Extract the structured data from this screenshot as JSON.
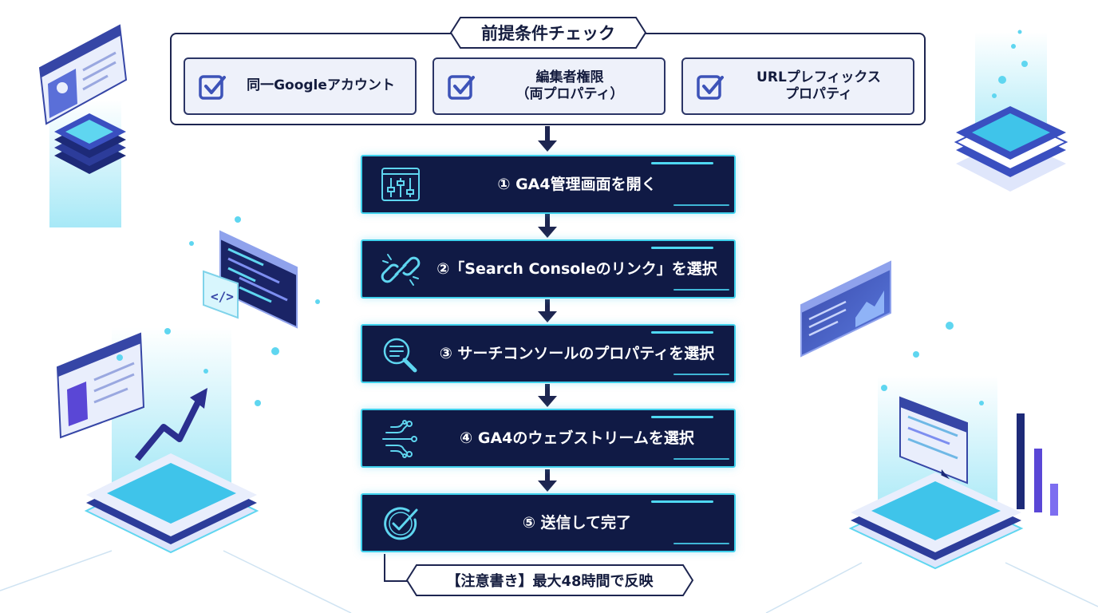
{
  "prerequisites": {
    "title": "前提条件チェック",
    "items": [
      {
        "label": "同一Googleアカウント"
      },
      {
        "label": "編集者権限\n（両プロパティ）"
      },
      {
        "label": "URLプレフィックス\nプロパティ"
      }
    ]
  },
  "steps": [
    {
      "label": "① GA4管理画面を開く",
      "icon": "sliders-icon"
    },
    {
      "label": "②「Search Consoleのリンク」を選択",
      "icon": "chain-link-icon"
    },
    {
      "label": "③ サーチコンソールのプロパティを選択",
      "icon": "search-document-icon"
    },
    {
      "label": "④ GA4のウェブストリームを選択",
      "icon": "data-stream-icon"
    },
    {
      "label": "⑤ 送信して完了",
      "icon": "check-circle-icon"
    }
  ],
  "note": "【注意書き】最大48時間で反映",
  "colors": {
    "step_background": "#101a45",
    "step_border": "#3fd0ec",
    "panel_border": "#1d2550",
    "card_background": "#eef1fa",
    "check_color": "#3d53b8"
  }
}
